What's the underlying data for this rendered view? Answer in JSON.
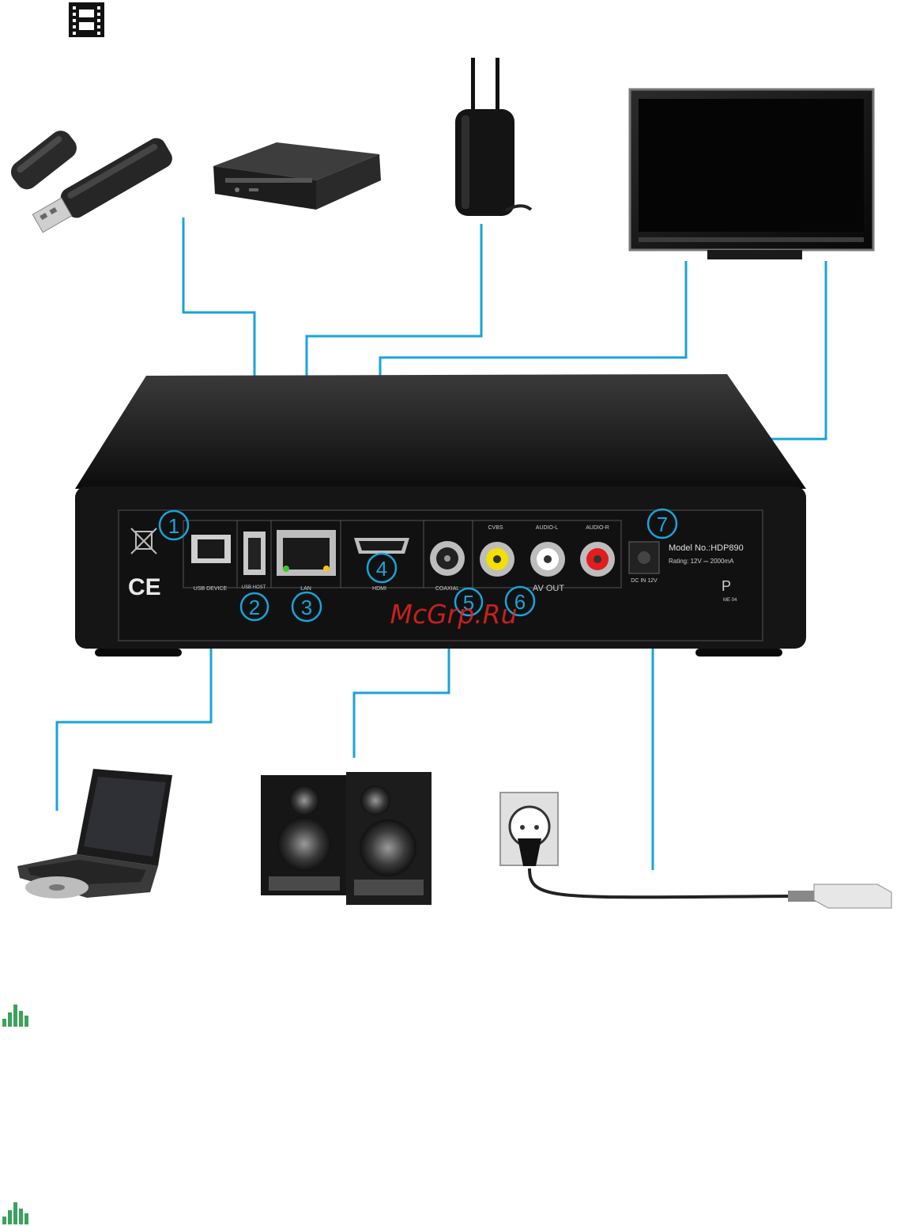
{
  "ports": [
    {
      "number": "1",
      "label": "USB DEVICE"
    },
    {
      "number": "2",
      "label": "USB HOST"
    },
    {
      "number": "3",
      "label": "LAN"
    },
    {
      "number": "4",
      "label": "HDMI"
    },
    {
      "number": "5",
      "label": "COAXIAL"
    },
    {
      "number": "6",
      "label": "AV OUT"
    },
    {
      "number": "7",
      "label": "DC IN 12V"
    }
  ],
  "jack_labels": {
    "cvbs": "CVBS",
    "audio_l": "AUDIO-L",
    "audio_r": "AUDIO-R"
  },
  "device_info": {
    "model": "Model No.:HDP890",
    "rating": "Rating: 12V ⎓ 2000mA"
  },
  "marks": {
    "ce": "CE",
    "pct": "P",
    "pct_code": "МЕ 04"
  },
  "watermark": "McGrp.Ru",
  "colors": {
    "connector_line": "#1aa3d8",
    "callout": "#1aa3d8",
    "watermark": "#e8231e",
    "device_body": "#151515",
    "bullet_green": "#3aa35a"
  },
  "icons": [
    "film-icon",
    "equalizer-icon",
    "equalizer-icon"
  ]
}
